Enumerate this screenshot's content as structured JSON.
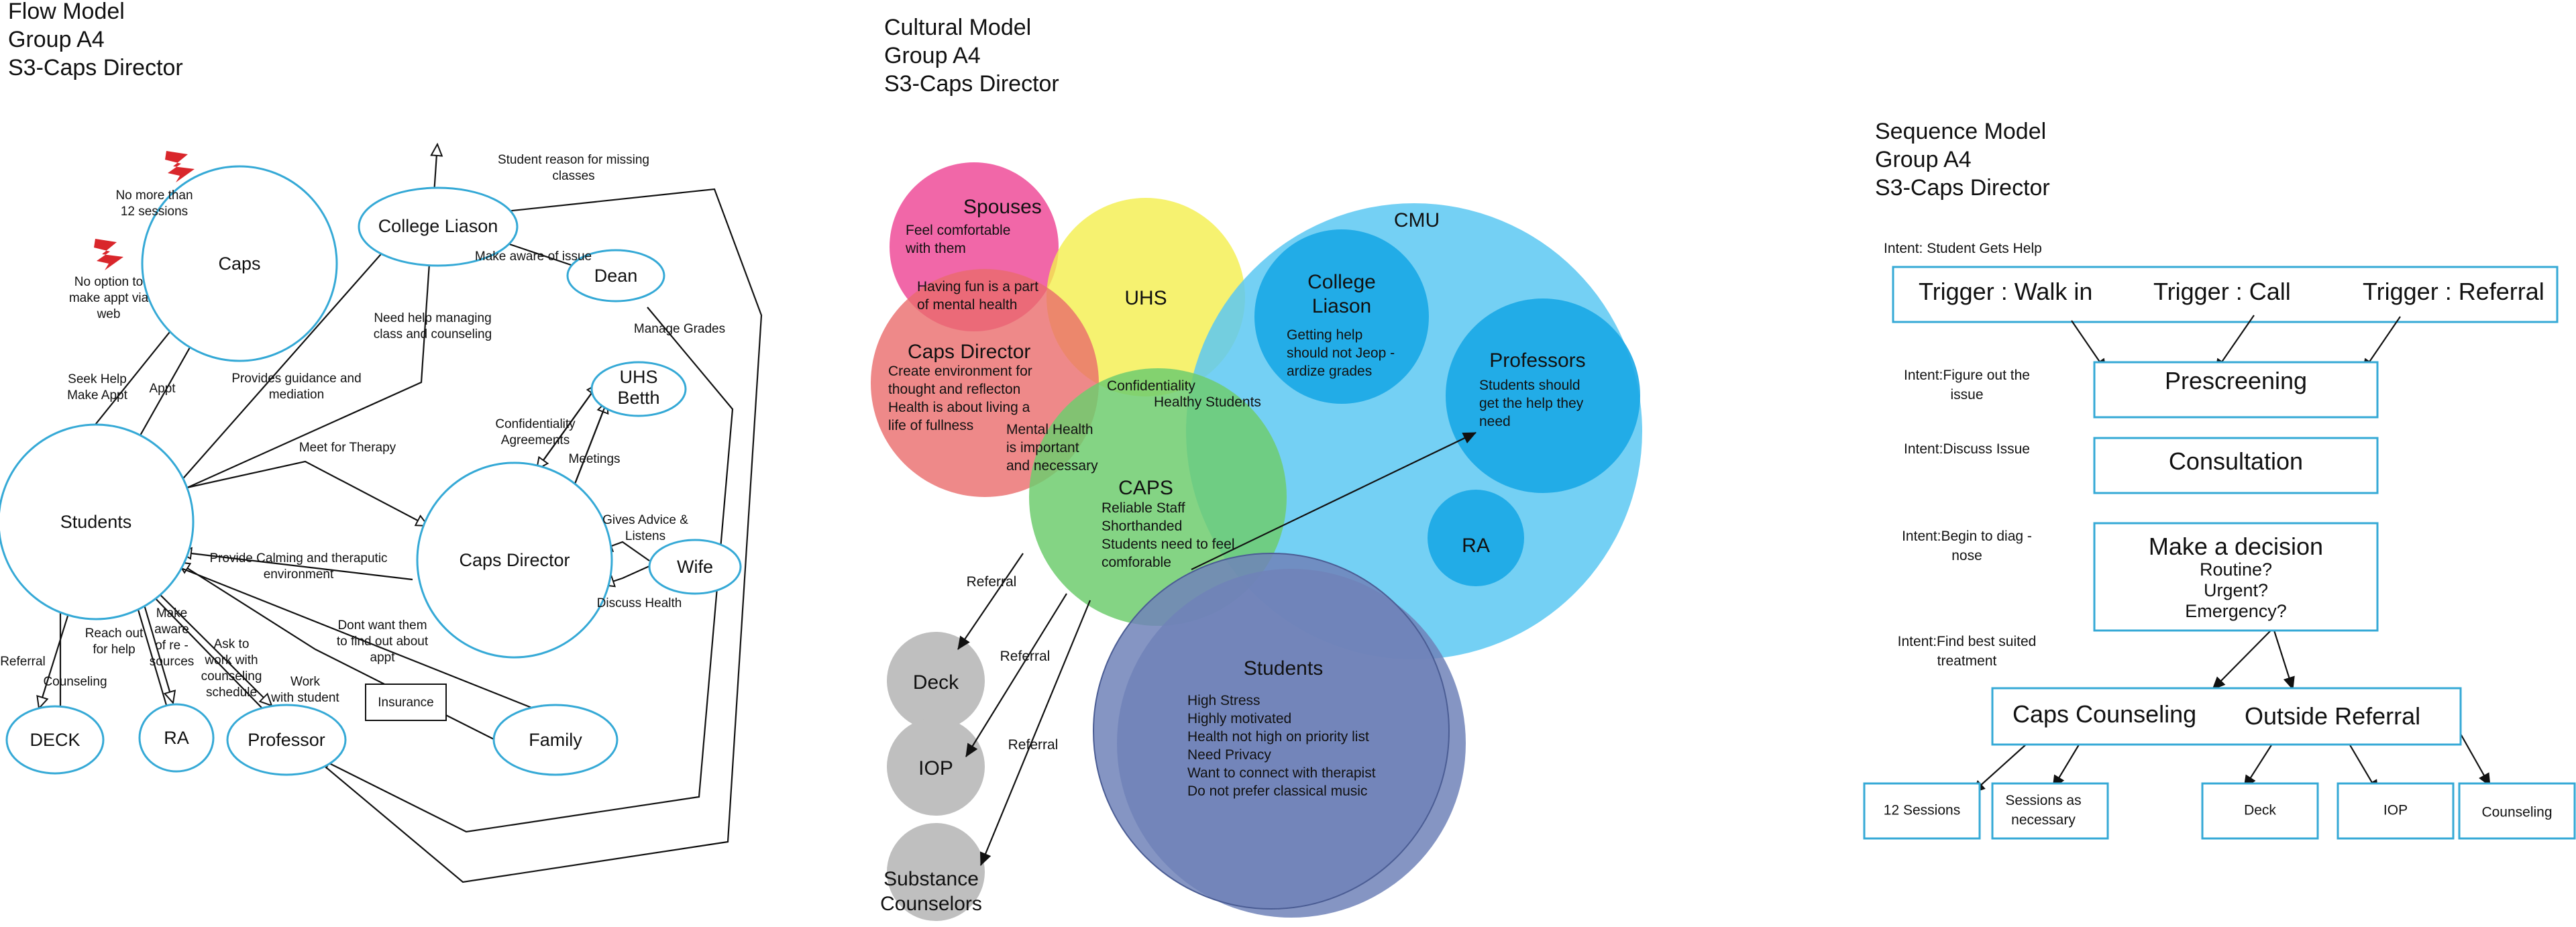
{
  "flow": {
    "header": [
      "Flow Model",
      "Group A4",
      "S3-Caps Director"
    ],
    "nodes": {
      "caps": "Caps",
      "college_liason": "College Liason",
      "dean": "Dean",
      "uhs_betth": [
        "UHS",
        "Betth"
      ],
      "wife": "Wife",
      "caps_director": "Caps Director",
      "students": "Students",
      "deck": "DECK",
      "ra": "RA",
      "professor": "Professor",
      "family": "Family",
      "insurance": "Insurance"
    },
    "breakdowns": {
      "sessions": [
        "No more than",
        "12 sessions"
      ],
      "web": [
        "No option to",
        "make appt via",
        "web"
      ]
    },
    "edges": {
      "seek_help": [
        "Seek Help",
        "Make Appt"
      ],
      "appt": "Appt",
      "guidance": [
        "Provides guidance and",
        "mediation"
      ],
      "managing": [
        "Need help managing",
        "class and counseling"
      ],
      "missing": [
        "Student reason for missing",
        "classes"
      ],
      "aware_issue": "Make aware of issue",
      "manage_grades": "Manage Grades",
      "therapy": "Meet for Therapy",
      "confidentiality": [
        "Confidentiality",
        "Agreements"
      ],
      "meetings": "Meetings",
      "advice": [
        "Gives Advice &",
        "Listens"
      ],
      "discuss_health": "Discuss Health",
      "calming": [
        "Provide Calming and theraputic",
        "environment"
      ],
      "dont_want": [
        "Dont want them",
        "to find out about",
        "appt"
      ],
      "referral": "Referral",
      "counseling": "Counseling",
      "reach_out": [
        "Reach out",
        "for help"
      ],
      "resources": [
        "Make",
        "aware",
        "of re -",
        "sources"
      ],
      "schedule": [
        "Ask to",
        "work with",
        "counseling",
        "schedule"
      ],
      "work_student": [
        "Work",
        "with student"
      ]
    }
  },
  "cultural": {
    "header": [
      "Cultural Model",
      "Group A4",
      "S3-Caps Director"
    ],
    "spouses": {
      "title": "Spouses",
      "lines": [
        "Feel comfortable",
        "with them"
      ]
    },
    "uhs": {
      "title": "UHS"
    },
    "cmu": {
      "title": "CMU"
    },
    "college_liason": {
      "title": [
        "College",
        "Liason"
      ],
      "lines": [
        "Getting help",
        "should not Jeop  -",
        "ardize grades"
      ]
    },
    "professors": {
      "title": "Professors",
      "lines": [
        "Students should",
        "get the help they",
        "need"
      ]
    },
    "ra": {
      "title": "RA"
    },
    "fun_note": [
      "Having fun is a part",
      "of mental health"
    ],
    "caps_director": {
      "title": "Caps Director",
      "lines": [
        "Create environment for",
        "thought and reflecton",
        "Health is about living a",
        "life of fullness"
      ]
    },
    "confidentiality": "Confidentiality",
    "healthy_students": "Healthy Students",
    "mental_health": [
      "Mental Health",
      "is important",
      "and necessary"
    ],
    "caps": {
      "title": "CAPS",
      "lines": [
        "Reliable Staff",
        "Shorthanded",
        "Students need to feel",
        "comforable"
      ]
    },
    "students": {
      "title": "Students",
      "lines": [
        "High Stress",
        "Highly motivated",
        "Health not high on priority list",
        "Need Privacy",
        "Want to connect with therapist",
        "Do not prefer classical music"
      ]
    },
    "deck": "Deck",
    "iop": "IOP",
    "substance": [
      "Substance",
      "Counselors"
    ],
    "referral": "Referral",
    "colors": {
      "spouses": "#f0569f",
      "uhs": "#f4ef4c",
      "cmu": "#5cc8f2",
      "inner_blue": "#1aa7e6",
      "caps_director": "#ea6b6b",
      "caps": "#6fcd6f",
      "students": "#7082b8",
      "gray": "#bfbfbf"
    }
  },
  "sequence": {
    "header": [
      "Sequence Model",
      "Group A4",
      "S3-Caps Director"
    ],
    "intent_help": "Intent: Student Gets Help",
    "triggers": [
      "Trigger : Walk in",
      "Trigger : Call",
      "Trigger : Referral"
    ],
    "intent_figure": [
      "Intent:Figure out the",
      "issue"
    ],
    "prescreening": "Prescreening",
    "intent_discuss": "Intent:Discuss Issue",
    "consultation": "Consultation",
    "intent_diagnose": [
      "Intent:Begin to diag  -",
      "nose"
    ],
    "decision": {
      "title": "Make a decision",
      "lines": [
        "Routine?",
        "Urgent?",
        "Emergency?"
      ]
    },
    "intent_treatment": [
      "Intent:Find best suited",
      "treatment"
    ],
    "caps_counseling": "Caps Counseling",
    "outside_referral": "Outside Referral",
    "leaves": [
      "12 Sessions",
      [
        "Sessions as",
        "necessary"
      ],
      "Deck",
      "IOP",
      "Counseling"
    ]
  }
}
